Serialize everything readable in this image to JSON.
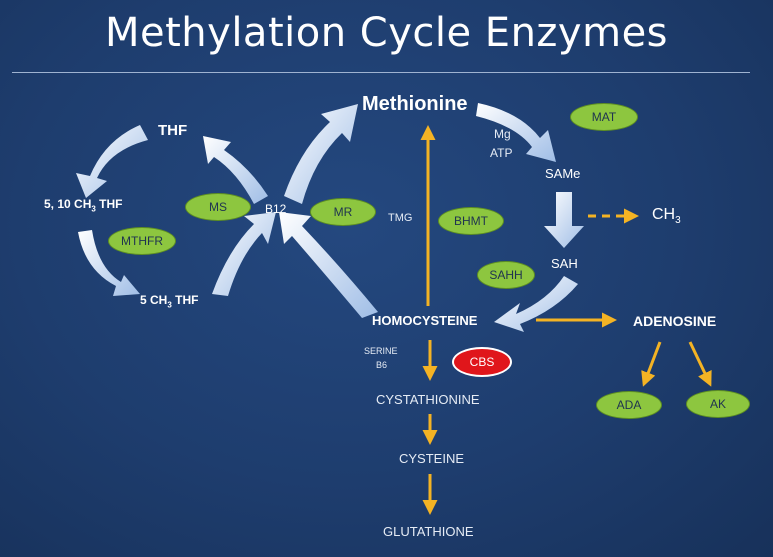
{
  "title": "Methylation Cycle Enzymes",
  "nodes": {
    "thf": "THF",
    "methylene_thf_pre": "5, 10 CH",
    "methylene_thf_sub": "3",
    "methylene_thf_post": " THF",
    "methyl_thf_pre": "5 CH",
    "methyl_thf_sub": "3",
    "methyl_thf_post": " THF",
    "b12": "B12",
    "methionine": "Methionine",
    "mg": "Mg",
    "atp": "ATP",
    "same": "SAMe",
    "ch3_pre": "CH",
    "ch3_sub": "3",
    "sah": "SAH",
    "tmg": "TMG",
    "homocysteine": "HOMOCYSTEINE",
    "serine": "SERINE",
    "b6": "B6",
    "adenosine": "ADENOSINE",
    "cystathionine": "CYSTATHIONINE",
    "cysteine": "CYSTEINE",
    "glutathione": "GLUTATHIONE"
  },
  "enzymes": {
    "ms": "MS",
    "mthfr": "MTHFR",
    "mr": "MR",
    "bhmt": "BHMT",
    "mat": "MAT",
    "sahh": "SAHH",
    "cbs": "CBS",
    "ada": "ADA",
    "ak": "AK"
  },
  "colors": {
    "background": "#1e3d6e",
    "enzyme_fill": "#8dc63f",
    "cbs_fill": "#e0161b",
    "pathway_arrow": "#f4b324",
    "cycle_arrow": "#d6e4f7"
  }
}
